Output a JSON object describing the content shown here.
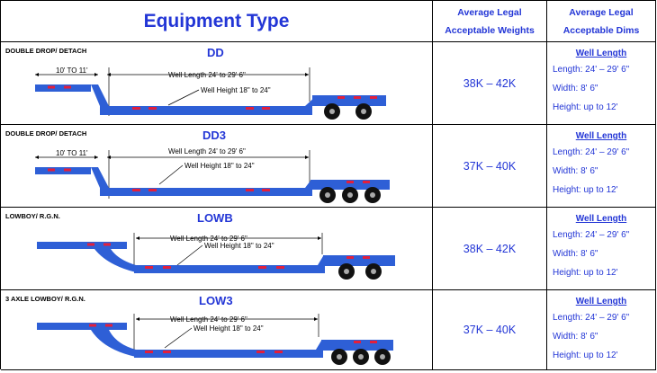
{
  "header": {
    "equipment_type": "Equipment Type",
    "weights_line1": "Average Legal",
    "weights_line2": "Acceptable Weights",
    "dims_line1": "Average Legal",
    "dims_line2": "Acceptable Dims"
  },
  "rows": [
    {
      "label": "DOUBLE DROP/ DETACH",
      "code": "DD",
      "deck_length": "10' TO 11'",
      "well_length": "Well Length 24' to  29' 6\"",
      "well_height": "Well Height 18\" to 24\"",
      "weight": "38K – 42K",
      "dims_title": "Well Length",
      "dims_length": "Length:  24' – 29' 6\"",
      "dims_width": "Width: 8' 6\"",
      "dims_height": "Height: up to 12'"
    },
    {
      "label": "DOUBLE DROP/ DETACH",
      "code": "DD3",
      "deck_length": "10' TO 11'",
      "well_length": "Well Length 24' to  29' 6\"",
      "well_height": "Well Height 18\" to 24\"",
      "weight": "37K – 40K",
      "dims_title": "Well Length",
      "dims_length": "Length:  24' – 29' 6\"",
      "dims_width": "Width: 8' 6\"",
      "dims_height": "Height: up to 12'"
    },
    {
      "label": "LOWBOY/ R.G.N.",
      "code": "LOWB",
      "well_length": "Well Length 24' to  29' 6\"",
      "well_height": "Well Height 18\" to 24\"",
      "weight": "38K – 42K",
      "dims_title": "Well Length",
      "dims_length": "Length:  24' – 29' 6\"",
      "dims_width": "Width: 8' 6\"",
      "dims_height": "Height: up to 12'"
    },
    {
      "label": "3 AXLE LOWBOY/ R.G.N.",
      "code": "LOW3",
      "well_length": "Well Length 24' to  29' 6\"",
      "well_height": "Well Height 18\" to 24\"",
      "weight": "37K – 40K",
      "dims_title": "Well Length",
      "dims_length": "Length:  24' – 29' 6\"",
      "dims_width": "Width: 8' 6\"",
      "dims_height": "Height: up to 12'"
    }
  ],
  "colors": {
    "accent": "#2336d6",
    "trailer": "#2e5fd6",
    "stripe": "#e21f3c",
    "tire": "#111111"
  }
}
